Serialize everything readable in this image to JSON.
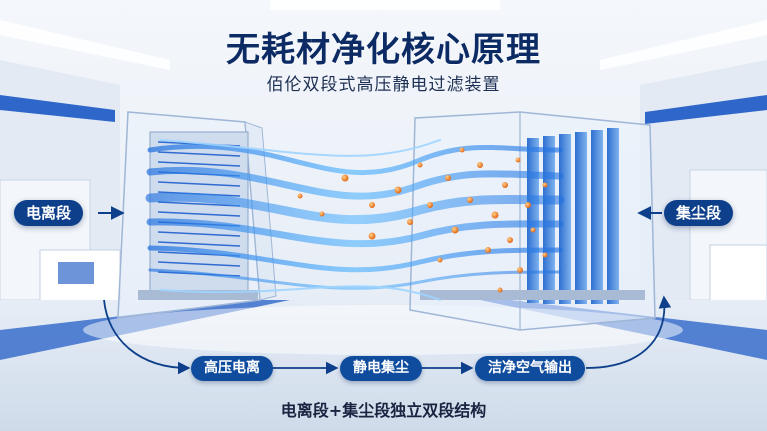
{
  "header": {
    "title": "无耗材净化核心原理",
    "subtitle": "佰伦双段式高压静电过滤装置"
  },
  "labels": {
    "left_stage": "电离段",
    "right_stage": "集尘段"
  },
  "process": {
    "steps": [
      "高压电离",
      "静电集尘",
      "洁净空气输出"
    ]
  },
  "caption": "电离段+集尘段独立双段结构",
  "colors": {
    "title": "#0c2a63",
    "pill": "#0d3f8a",
    "airflow": "#3aa0ff",
    "particle": "#f07a1e"
  }
}
